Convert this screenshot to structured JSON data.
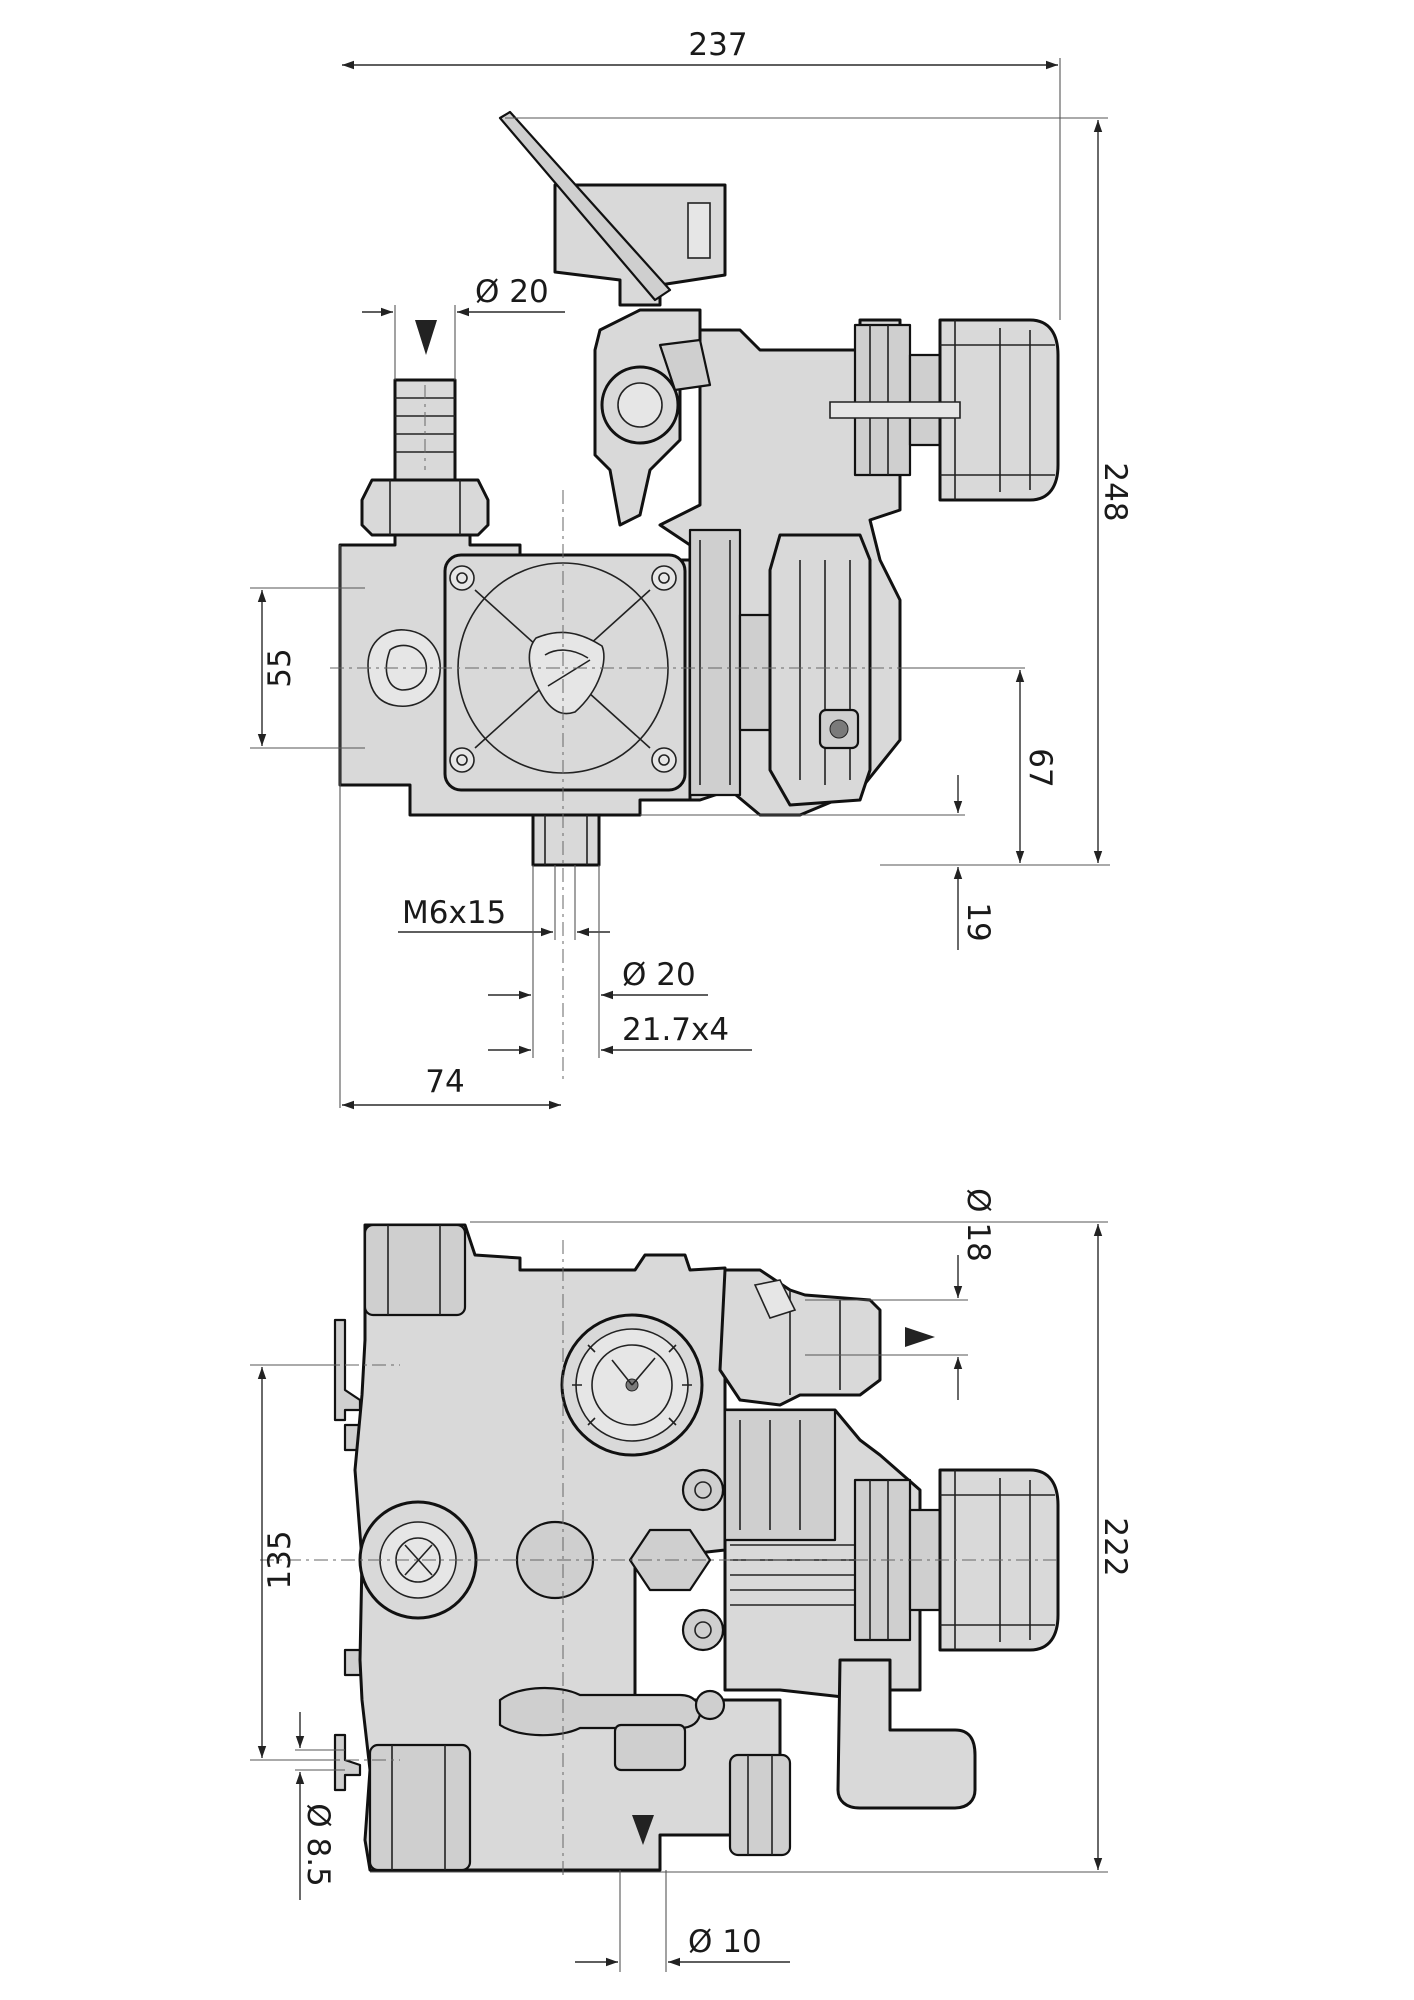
{
  "top_view": {
    "dims": {
      "overall_width": "237",
      "overall_height": "248",
      "inlet_dia": "Ø 20",
      "port_spacing": "55",
      "shaft_height": "67",
      "shaft_offset_bottom": "19",
      "thread": "M6x15",
      "shaft_dia": "Ø 20",
      "key": "21.7x4",
      "shaft_offset_left": "74"
    }
  },
  "bottom_view": {
    "dims": {
      "outlet_dia": "Ø 18",
      "overall_height": "222",
      "mount_spacing": "135",
      "mount_hole_dia": "Ø 8.5",
      "drain_dia": "Ø 10"
    }
  }
}
